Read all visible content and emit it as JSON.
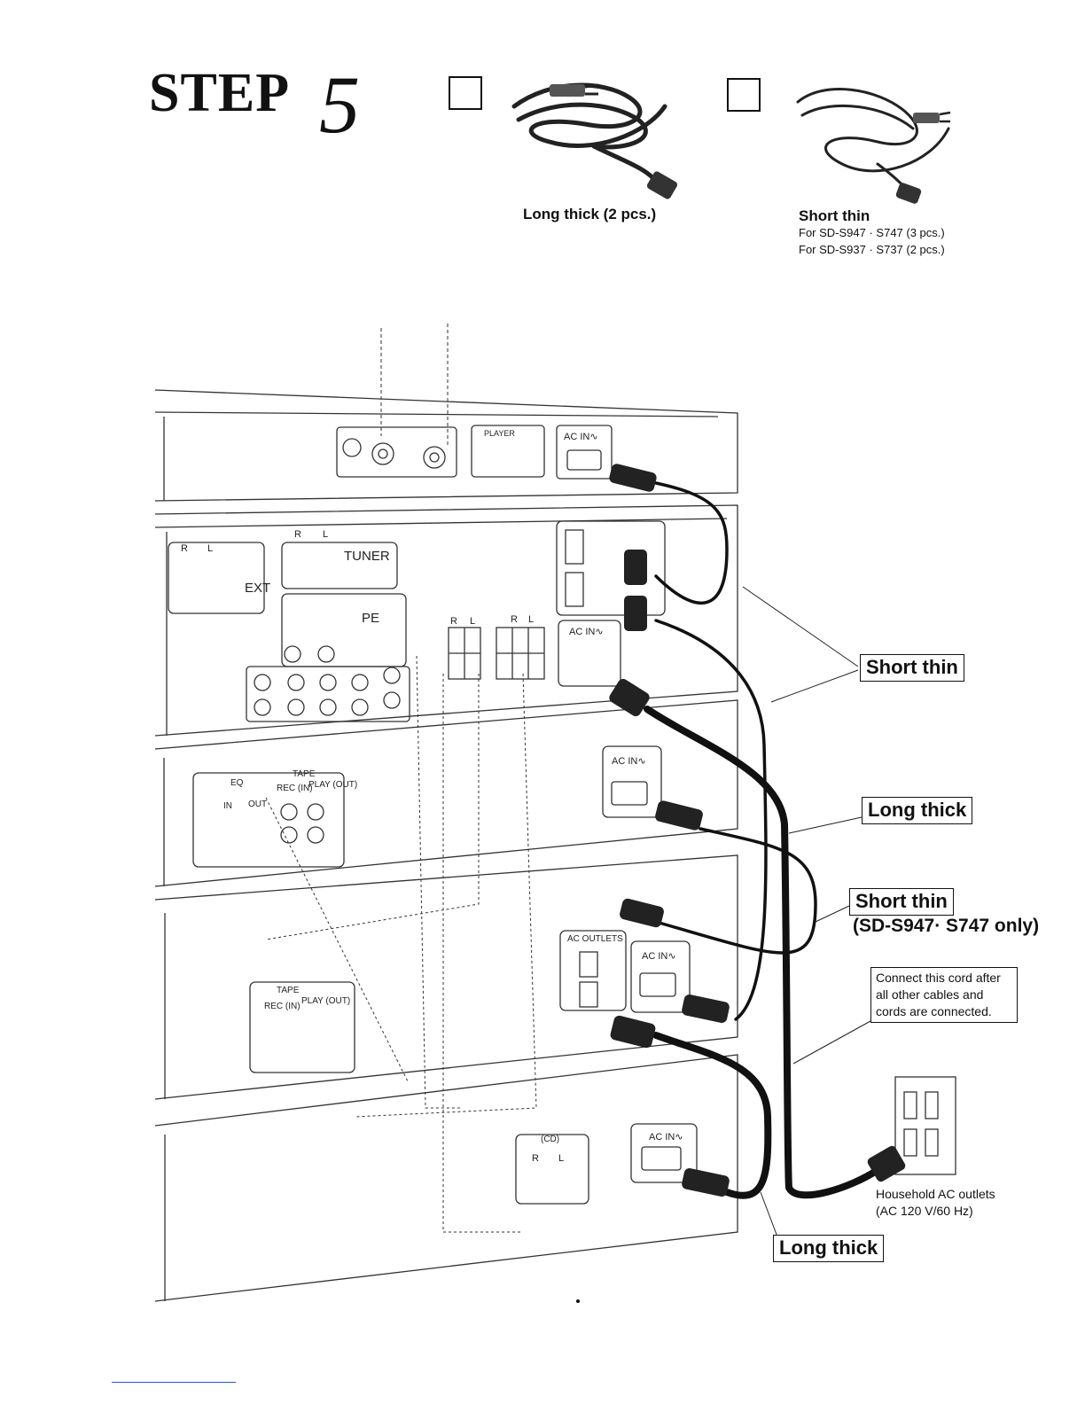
{
  "header": {
    "step_word": "STEP",
    "step_number": "5"
  },
  "cords": [
    {
      "caption": "Long thick (2 pcs.)",
      "sub_lines": []
    },
    {
      "caption": "Short thin",
      "sub_lines": [
        "For SD-S947 · S747 (3 pcs.)",
        "For SD-S937 · S737 (2 pcs.)"
      ]
    }
  ],
  "callouts": {
    "short_thin_1": "Short thin",
    "long_thick_1": "Long thick",
    "short_thin_2": "Short thin",
    "short_thin_2_note": "(SD-S947· S747 only)",
    "long_thick_2": "Long thick"
  },
  "note": {
    "lines": [
      "Connect this cord after",
      "all other cables and",
      "cords are connected."
    ]
  },
  "outlet": {
    "lines": [
      "Household AC outlets",
      "(AC 120 V/60 Hz)"
    ]
  },
  "panel_labels": {
    "ac_in": "AC IN∿",
    "ac_outlets": "AC OUTLETS",
    "tuner": "TUNER",
    "ext": "EXT",
    "tape_partial": "PE",
    "player": "PLAYER",
    "eq": "EQ",
    "tape": "TAPE",
    "in": "IN",
    "out": "OUT",
    "rec_in": "REC (IN)",
    "play_out": "PLAY (OUT)",
    "cd": "(CD)",
    "r": "R",
    "l": "L"
  }
}
